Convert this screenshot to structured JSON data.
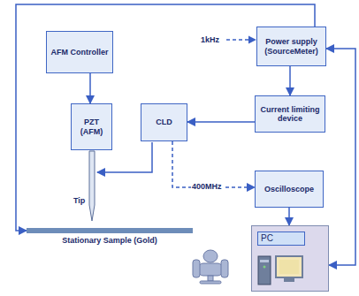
{
  "diagram": {
    "nodes": [
      {
        "text": [
          "AFM Controller"
        ]
      },
      {
        "text": [
          "Power supply (SourceMeter)"
        ]
      },
      {
        "text": [
          "PZT (AFM)"
        ]
      },
      {
        "text": [
          "CLD"
        ]
      },
      {
        "text": [
          "Current limiting device"
        ]
      },
      {
        "text": [
          "Oscilloscope"
        ]
      },
      {
        "text": [
          "PC"
        ]
      },
      {
        "text": [
          "Stationary Sample (Gold)"
        ]
      }
    ],
    "edges": [
      {
        "from": 0,
        "to": 2,
        "arrow": "to"
      },
      {
        "from": 1,
        "to": 4,
        "arrow": "to"
      },
      {
        "from": 4,
        "to": 3,
        "arrow": "to"
      },
      {
        "from": 3,
        "to": 5,
        "arrow": "to",
        "label": "400MHz"
      },
      {
        "from": 5,
        "to": 6,
        "arrow": "to"
      },
      {
        "from": 6,
        "to": 1,
        "arrow": "both"
      },
      {
        "from": 1,
        "to": 7,
        "arrow": "to"
      }
    ],
    "labels": [
      "1kHz",
      "Tip"
    ]
  }
}
